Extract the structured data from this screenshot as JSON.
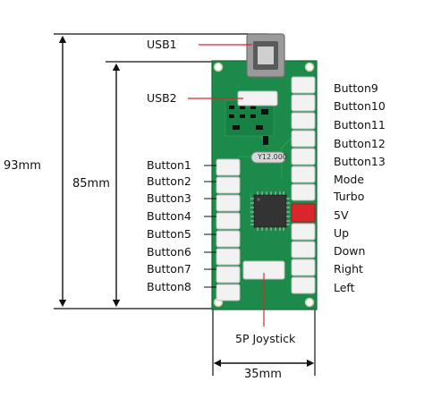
{
  "labels": {
    "usb1": "USB1",
    "usb2": "USB2",
    "joystick": "5P Joystick",
    "left_buttons": [
      "Button1",
      "Button2",
      "Button3",
      "Button4",
      "Button5",
      "Button6",
      "Button7",
      "Button8"
    ],
    "right_labels": [
      "Button9",
      "Button10",
      "Button11",
      "Button12",
      "Button13",
      "Mode",
      "Turbo",
      "5V",
      "Up",
      "Down",
      "Right",
      "Left"
    ]
  },
  "dimensions": {
    "height_outer": "93mm",
    "height_inner": "85mm",
    "width": "35mm"
  },
  "chip_marking": "Y12.000",
  "colors": {
    "pcb": "#1c8a4a",
    "pcb_dark": "#146c38",
    "connector": "#f2f2f2",
    "red_connector": "#d9262c",
    "pointer_line": "#d9262c",
    "usb_metal": "#9a9a9a",
    "chip": "#333333"
  }
}
